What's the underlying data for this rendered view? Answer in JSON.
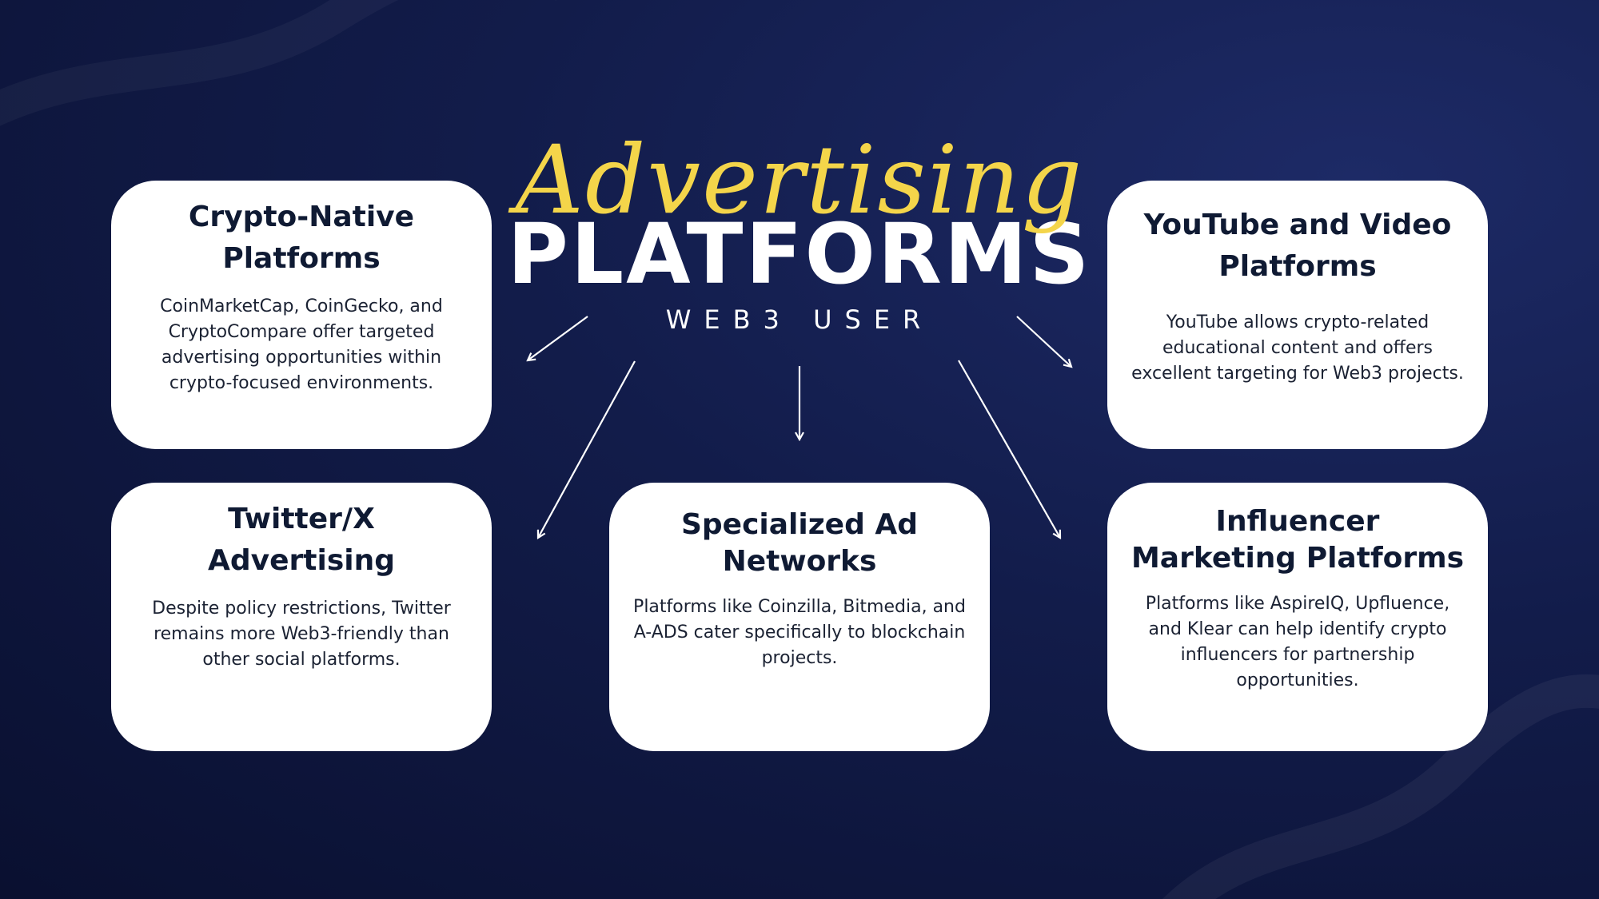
{
  "header": {
    "script_title": "Advertising",
    "main_title": "PLATFORMS",
    "subtitle": "WEB3 USER"
  },
  "cards": [
    {
      "title": "Crypto-Native Platforms",
      "description": "CoinMarketCap, CoinGecko, and CryptoCompare offer targeted advertising opportunities within crypto-focused environments."
    },
    {
      "title": "YouTube and Video Platforms",
      "description": "YouTube allows crypto-related educational content and offers excellent targeting for Web3 projects."
    },
    {
      "title": "Twitter/X Advertising",
      "description": "Despite policy restrictions, Twitter remains more Web3-friendly than other social platforms."
    },
    {
      "title": "Specialized Ad Networks",
      "description": "Platforms like Coinzilla, Bitmedia, and A-ADS cater specifically to blockchain projects."
    },
    {
      "title": "Influencer Marketing Platforms",
      "description": "Platforms like AspireIQ, Upfluence, and Klear can help identify crypto influencers for partnership opportunities."
    }
  ],
  "colors": {
    "background": "#121c4a",
    "accent": "#f4d54a",
    "card": "#ffffff",
    "card_title": "#0f1a33",
    "arrow": "#ffffff"
  },
  "icons": [
    "arrow-icon"
  ]
}
